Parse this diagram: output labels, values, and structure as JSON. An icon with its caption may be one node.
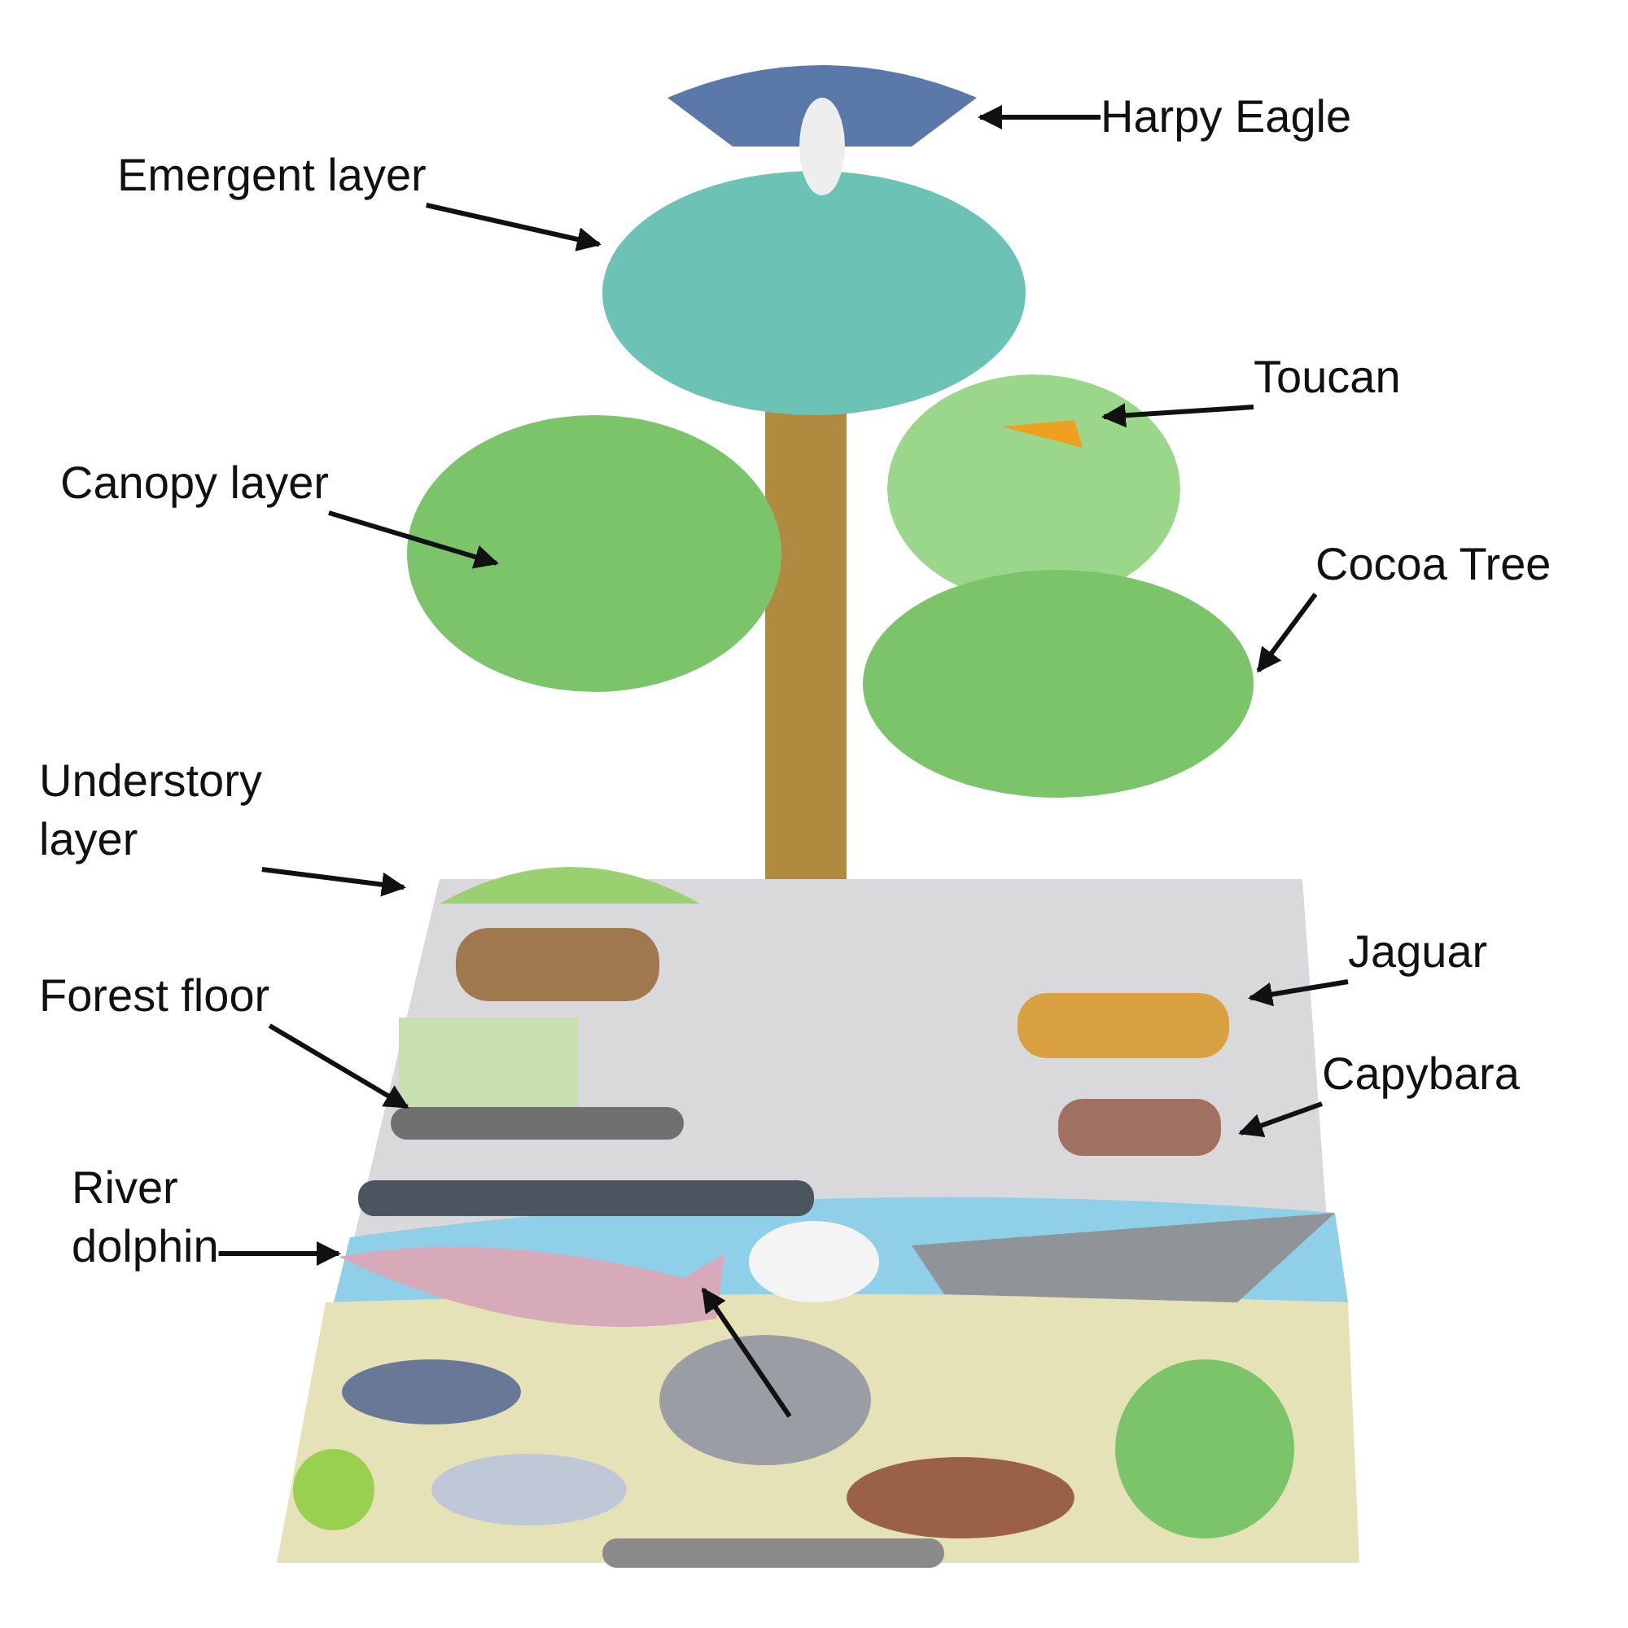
{
  "diagram": {
    "nodes": [
      {
        "text": [
          "Harpy Eagle"
        ]
      },
      {
        "text": [
          "Emergent layer"
        ]
      },
      {
        "text": [
          "Toucan"
        ]
      },
      {
        "text": [
          "Canopy layer"
        ]
      },
      {
        "text": [
          "Cocoa Tree"
        ]
      },
      {
        "text": [
          "Understory layer"
        ]
      },
      {
        "text": [
          "Jaguar"
        ]
      },
      {
        "text": [
          "Forest floor"
        ]
      },
      {
        "text": [
          "Capybara"
        ]
      },
      {
        "text": [
          "River dolphin"
        ]
      },
      {
        "text": [],
        "shape": "picture"
      }
    ],
    "edges": [
      {
        "from": 0,
        "to": null,
        "arrow": "to"
      },
      {
        "from": 1,
        "to": null,
        "arrow": "to"
      },
      {
        "from": 2,
        "to": null,
        "arrow": "to"
      },
      {
        "from": 3,
        "to": null,
        "arrow": "to"
      },
      {
        "from": 4,
        "to": null,
        "arrow": "to"
      },
      {
        "from": 5,
        "to": null,
        "arrow": "to"
      },
      {
        "from": 6,
        "to": null,
        "arrow": "to"
      },
      {
        "from": 7,
        "to": null,
        "arrow": "to"
      },
      {
        "from": 8,
        "to": null,
        "arrow": "to"
      },
      {
        "from": 9,
        "to": 10,
        "arrow": "to"
      },
      {
        "from": null,
        "to": 10,
        "arrow": "to"
      }
    ]
  }
}
